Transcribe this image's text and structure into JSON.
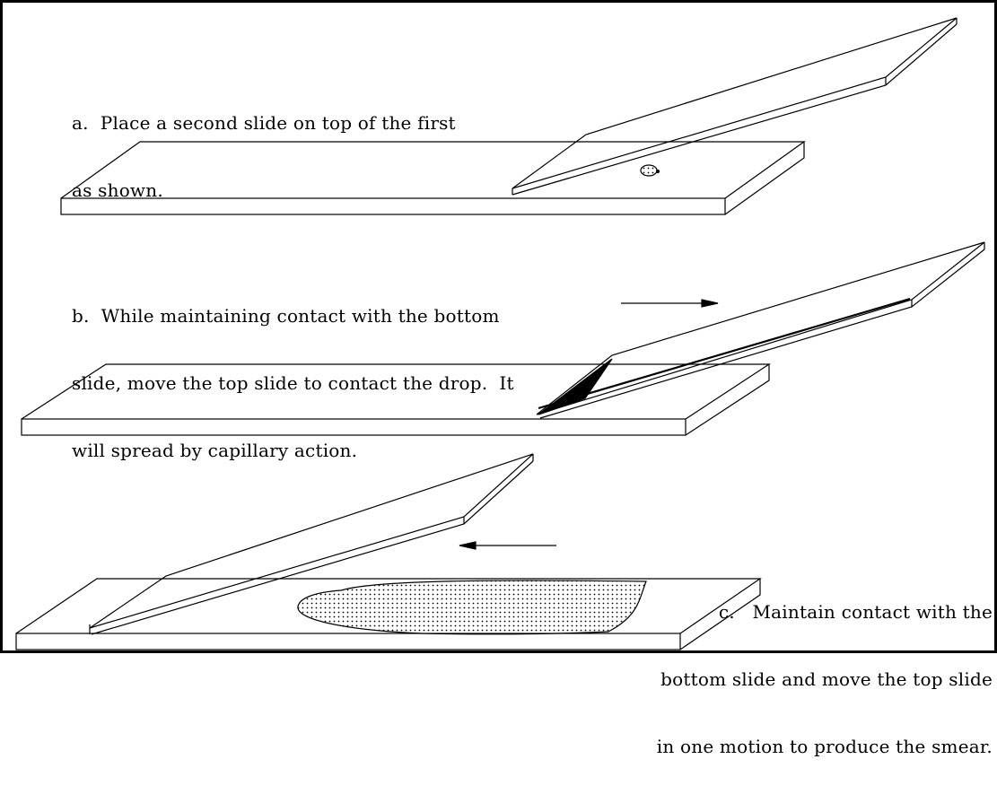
{
  "steps": {
    "a": {
      "lines": [
        "a.  Place a second slide on top of the first",
        "as shown."
      ]
    },
    "b": {
      "lines": [
        "b.  While maintaining contact with the bottom",
        "slide, move the top slide to contact the drop.  It",
        "will spread by capillary action."
      ]
    },
    "c": {
      "lines": [
        "c.   Maintain contact with the",
        "bottom slide and move the top slide",
        "in one motion to produce the smear."
      ]
    }
  },
  "colors": {
    "line": "#000000",
    "background": "#ffffff"
  }
}
